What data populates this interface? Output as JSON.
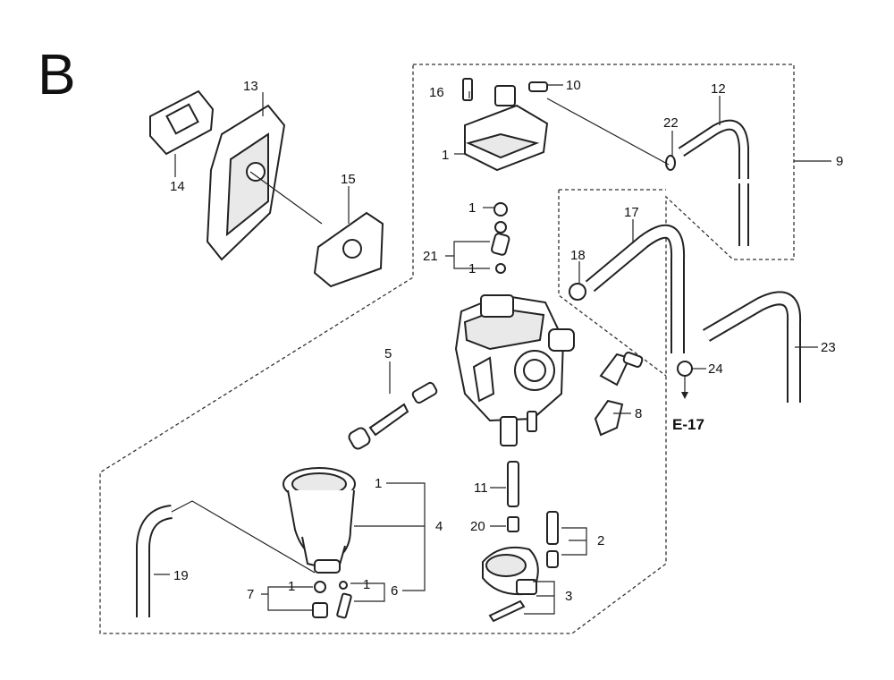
{
  "section_letter": "B",
  "callouts": {
    "c1_top": "1",
    "c1_mid": "1",
    "c1_mid2": "1",
    "c1_bowl": "1",
    "c1_left": "1",
    "c1_right": "1",
    "c2": "2",
    "c3": "3",
    "c4": "4",
    "c5": "5",
    "c6": "6",
    "c7": "7",
    "c8": "8",
    "c9": "9",
    "c10": "10",
    "c11": "11",
    "c12": "12",
    "c13": "13",
    "c14": "14",
    "c15": "15",
    "c16": "16",
    "c17": "17",
    "c18": "18",
    "c19": "19",
    "c20": "20",
    "c21": "21",
    "c22": "22",
    "c23": "23",
    "c24": "24"
  },
  "reference_label": "E-17"
}
